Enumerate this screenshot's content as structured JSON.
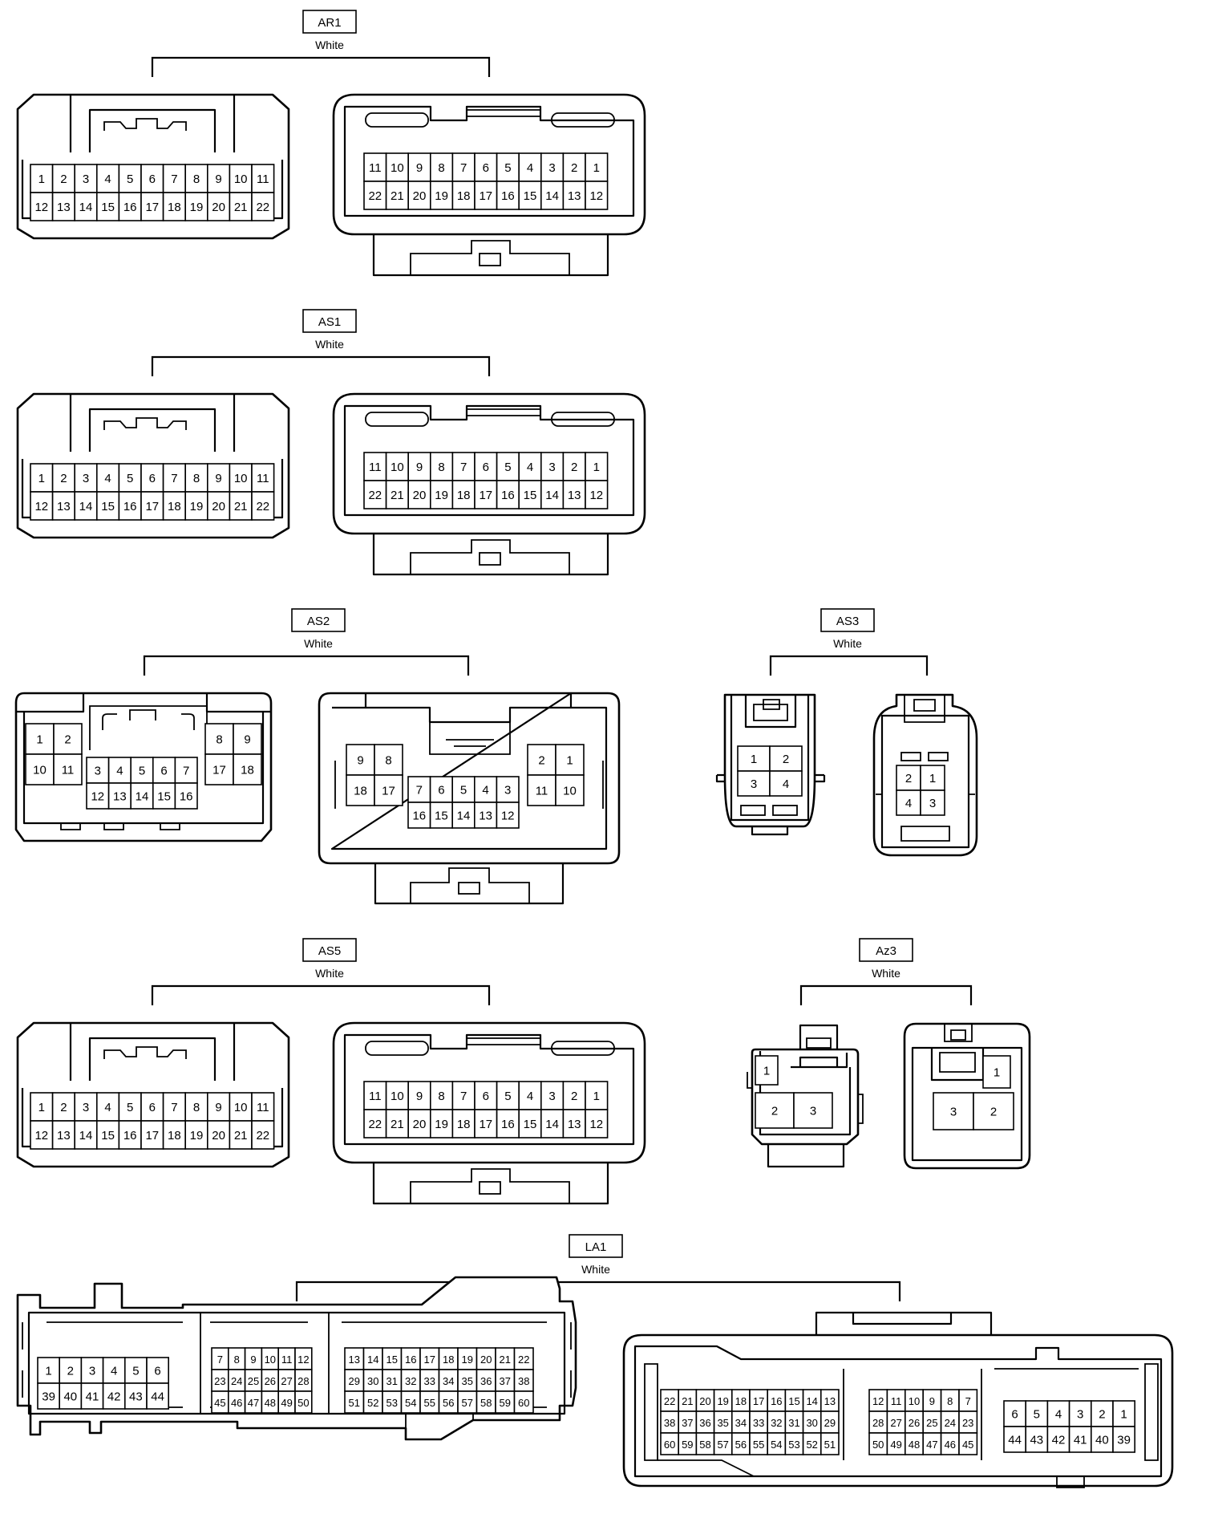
{
  "connectors": {
    "ar1": {
      "code": "AR1",
      "color": "White",
      "left_rows": [
        [
          "1",
          "2",
          "3",
          "4",
          "5",
          "6",
          "7",
          "8",
          "9",
          "10",
          "11"
        ],
        [
          "12",
          "13",
          "14",
          "15",
          "16",
          "17",
          "18",
          "19",
          "20",
          "21",
          "22"
        ]
      ],
      "right_rows": [
        [
          "11",
          "10",
          "9",
          "8",
          "7",
          "6",
          "5",
          "4",
          "3",
          "2",
          "1"
        ],
        [
          "22",
          "21",
          "20",
          "19",
          "18",
          "17",
          "16",
          "15",
          "14",
          "13",
          "12"
        ]
      ]
    },
    "as1": {
      "code": "AS1",
      "color": "White",
      "left_rows": [
        [
          "1",
          "2",
          "3",
          "4",
          "5",
          "6",
          "7",
          "8",
          "9",
          "10",
          "11"
        ],
        [
          "12",
          "13",
          "14",
          "15",
          "16",
          "17",
          "18",
          "19",
          "20",
          "21",
          "22"
        ]
      ],
      "right_rows": [
        [
          "11",
          "10",
          "9",
          "8",
          "7",
          "6",
          "5",
          "4",
          "3",
          "2",
          "1"
        ],
        [
          "22",
          "21",
          "20",
          "19",
          "18",
          "17",
          "16",
          "15",
          "14",
          "13",
          "12"
        ]
      ]
    },
    "as2": {
      "code": "AS2",
      "color": "White",
      "left": {
        "g1": [
          [
            "1",
            "2"
          ],
          [
            "10",
            "11"
          ]
        ],
        "g2": [
          [
            "3",
            "4",
            "5",
            "6",
            "7"
          ],
          [
            "12",
            "13",
            "14",
            "15",
            "16"
          ]
        ],
        "g3": [
          [
            "8",
            "9"
          ],
          [
            "17",
            "18"
          ]
        ]
      },
      "right": {
        "g1": [
          [
            "9",
            "8"
          ],
          [
            "18",
            "17"
          ]
        ],
        "g2": [
          [
            "7",
            "6",
            "5",
            "4",
            "3"
          ],
          [
            "16",
            "15",
            "14",
            "13",
            "12"
          ]
        ],
        "g3": [
          [
            "2",
            "1"
          ],
          [
            "11",
            "10"
          ]
        ]
      }
    },
    "as3": {
      "code": "AS3",
      "color": "White",
      "left_rows": [
        [
          "1",
          "2"
        ],
        [
          "3",
          "4"
        ]
      ],
      "right_rows": [
        [
          "2",
          "1"
        ],
        [
          "4",
          "3"
        ]
      ]
    },
    "as5": {
      "code": "AS5",
      "color": "White",
      "left_rows": [
        [
          "1",
          "2",
          "3",
          "4",
          "5",
          "6",
          "7",
          "8",
          "9",
          "10",
          "11"
        ],
        [
          "12",
          "13",
          "14",
          "15",
          "16",
          "17",
          "18",
          "19",
          "20",
          "21",
          "22"
        ]
      ],
      "right_rows": [
        [
          "11",
          "10",
          "9",
          "8",
          "7",
          "6",
          "5",
          "4",
          "3",
          "2",
          "1"
        ],
        [
          "22",
          "21",
          "20",
          "19",
          "18",
          "17",
          "16",
          "15",
          "14",
          "13",
          "12"
        ]
      ]
    },
    "az3": {
      "code": "Az3",
      "color": "White",
      "left": {
        "top": "1",
        "bottom": [
          "2",
          "3"
        ]
      },
      "right": {
        "top": "1",
        "bottom": [
          "3",
          "2"
        ]
      }
    },
    "la1": {
      "code": "LA1",
      "color": "White",
      "left": {
        "g1": [
          [
            "1",
            "2",
            "3",
            "4",
            "5",
            "6"
          ],
          [
            "39",
            "40",
            "41",
            "42",
            "43",
            "44"
          ]
        ],
        "g2": [
          [
            "7",
            "8",
            "9",
            "10",
            "11",
            "12"
          ],
          [
            "23",
            "24",
            "25",
            "26",
            "27",
            "28"
          ],
          [
            "45",
            "46",
            "47",
            "48",
            "49",
            "50"
          ]
        ],
        "g3": [
          [
            "13",
            "14",
            "15",
            "16",
            "17",
            "18",
            "19",
            "20",
            "21",
            "22"
          ],
          [
            "29",
            "30",
            "31",
            "32",
            "33",
            "34",
            "35",
            "36",
            "37",
            "38"
          ],
          [
            "51",
            "52",
            "53",
            "54",
            "55",
            "56",
            "57",
            "58",
            "59",
            "60"
          ]
        ]
      },
      "right": {
        "g1": [
          [
            "22",
            "21",
            "20",
            "19",
            "18",
            "17",
            "16",
            "15",
            "14",
            "13"
          ],
          [
            "38",
            "37",
            "36",
            "35",
            "34",
            "33",
            "32",
            "31",
            "30",
            "29"
          ],
          [
            "60",
            "59",
            "58",
            "57",
            "56",
            "55",
            "54",
            "53",
            "52",
            "51"
          ]
        ],
        "g2": [
          [
            "12",
            "11",
            "10",
            "9",
            "8",
            "7"
          ],
          [
            "28",
            "27",
            "26",
            "25",
            "24",
            "23"
          ],
          [
            "50",
            "49",
            "48",
            "47",
            "46",
            "45"
          ]
        ],
        "g3": [
          [
            "6",
            "5",
            "4",
            "3",
            "2",
            "1"
          ],
          [
            "44",
            "43",
            "42",
            "41",
            "40",
            "39"
          ]
        ]
      }
    }
  }
}
